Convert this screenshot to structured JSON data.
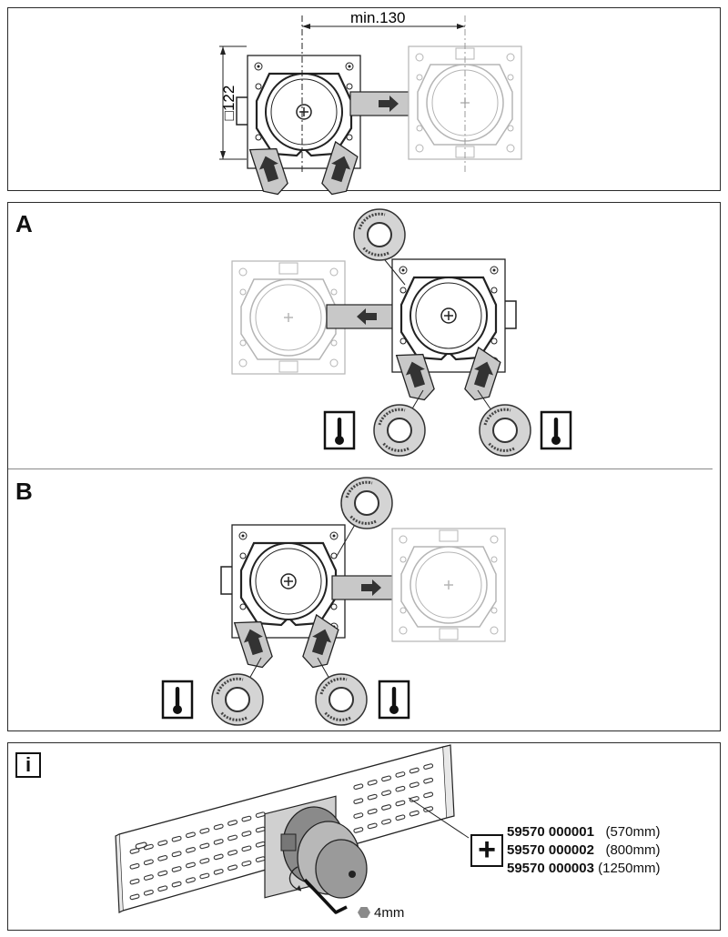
{
  "panel1": {
    "dim_horizontal": "min.130",
    "dim_vertical": "□122"
  },
  "panelA": {
    "letter": "A"
  },
  "panelB": {
    "letter": "B"
  },
  "info": {
    "icon": "i",
    "plus": "+",
    "wrench_label": "4mm",
    "orders": [
      {
        "number": "59570 000001",
        "length": "(570mm)"
      },
      {
        "number": "59570 000002",
        "length": "(800mm)"
      },
      {
        "number": "59570 000003",
        "length": "(1250mm)"
      }
    ]
  },
  "icons": {
    "thermometer": "thermometer-icon",
    "flow_arrow": "arrow-icon",
    "hex_key": "hex-key-icon",
    "info": "info-icon",
    "accessory": "plus-icon"
  },
  "colors": {
    "stroke": "#222222",
    "faded": "#b5b5b5",
    "bar": "#c8c8c8",
    "arrow_fill": "#333333"
  }
}
